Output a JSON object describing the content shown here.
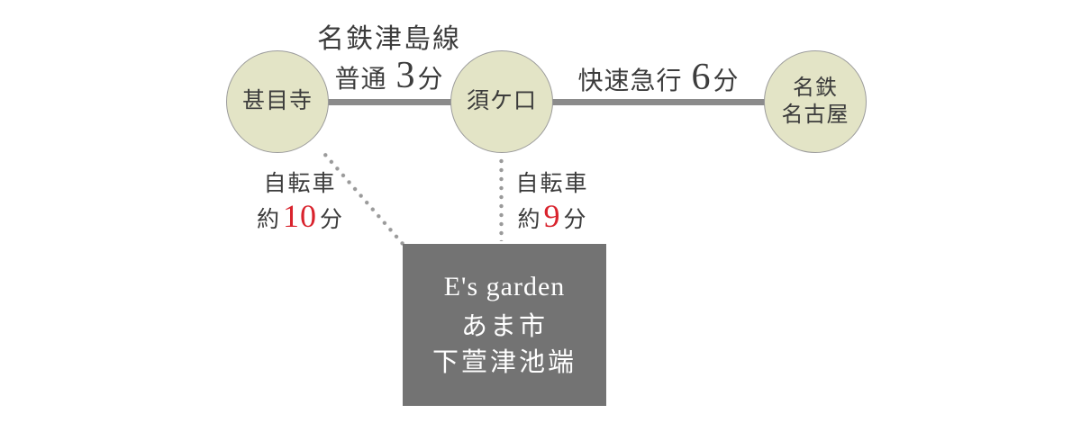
{
  "stations": [
    {
      "lines": [
        "甚目寺"
      ]
    },
    {
      "lines": [
        "須ケ口"
      ]
    },
    {
      "lines": [
        "名鉄",
        "名古屋"
      ]
    }
  ],
  "segments": [
    {
      "line_name": "名鉄津島線",
      "service": "普通",
      "minutes": "3",
      "unit": "分"
    },
    {
      "line_name": "",
      "service": "快速急行",
      "minutes": "6",
      "unit": "分"
    }
  ],
  "bicycle": [
    {
      "mode": "自転車",
      "prefix": "約",
      "minutes": "10",
      "unit": "分"
    },
    {
      "mode": "自転車",
      "prefix": "約",
      "minutes": "9",
      "unit": "分"
    }
  ],
  "destination": {
    "brand": "E's garden",
    "address_line_1": "あま市",
    "address_line_2": "下萱津池端"
  },
  "colors": {
    "station_fill": "#e3e4c6",
    "station_border": "#9b9b9b",
    "rail_line": "#8b8b8b",
    "dotted_line": "#9a9a9a",
    "text": "#3c3c3c",
    "accent_red": "#d9232d",
    "destination_bg": "#737373",
    "destination_text": "#ffffff"
  }
}
